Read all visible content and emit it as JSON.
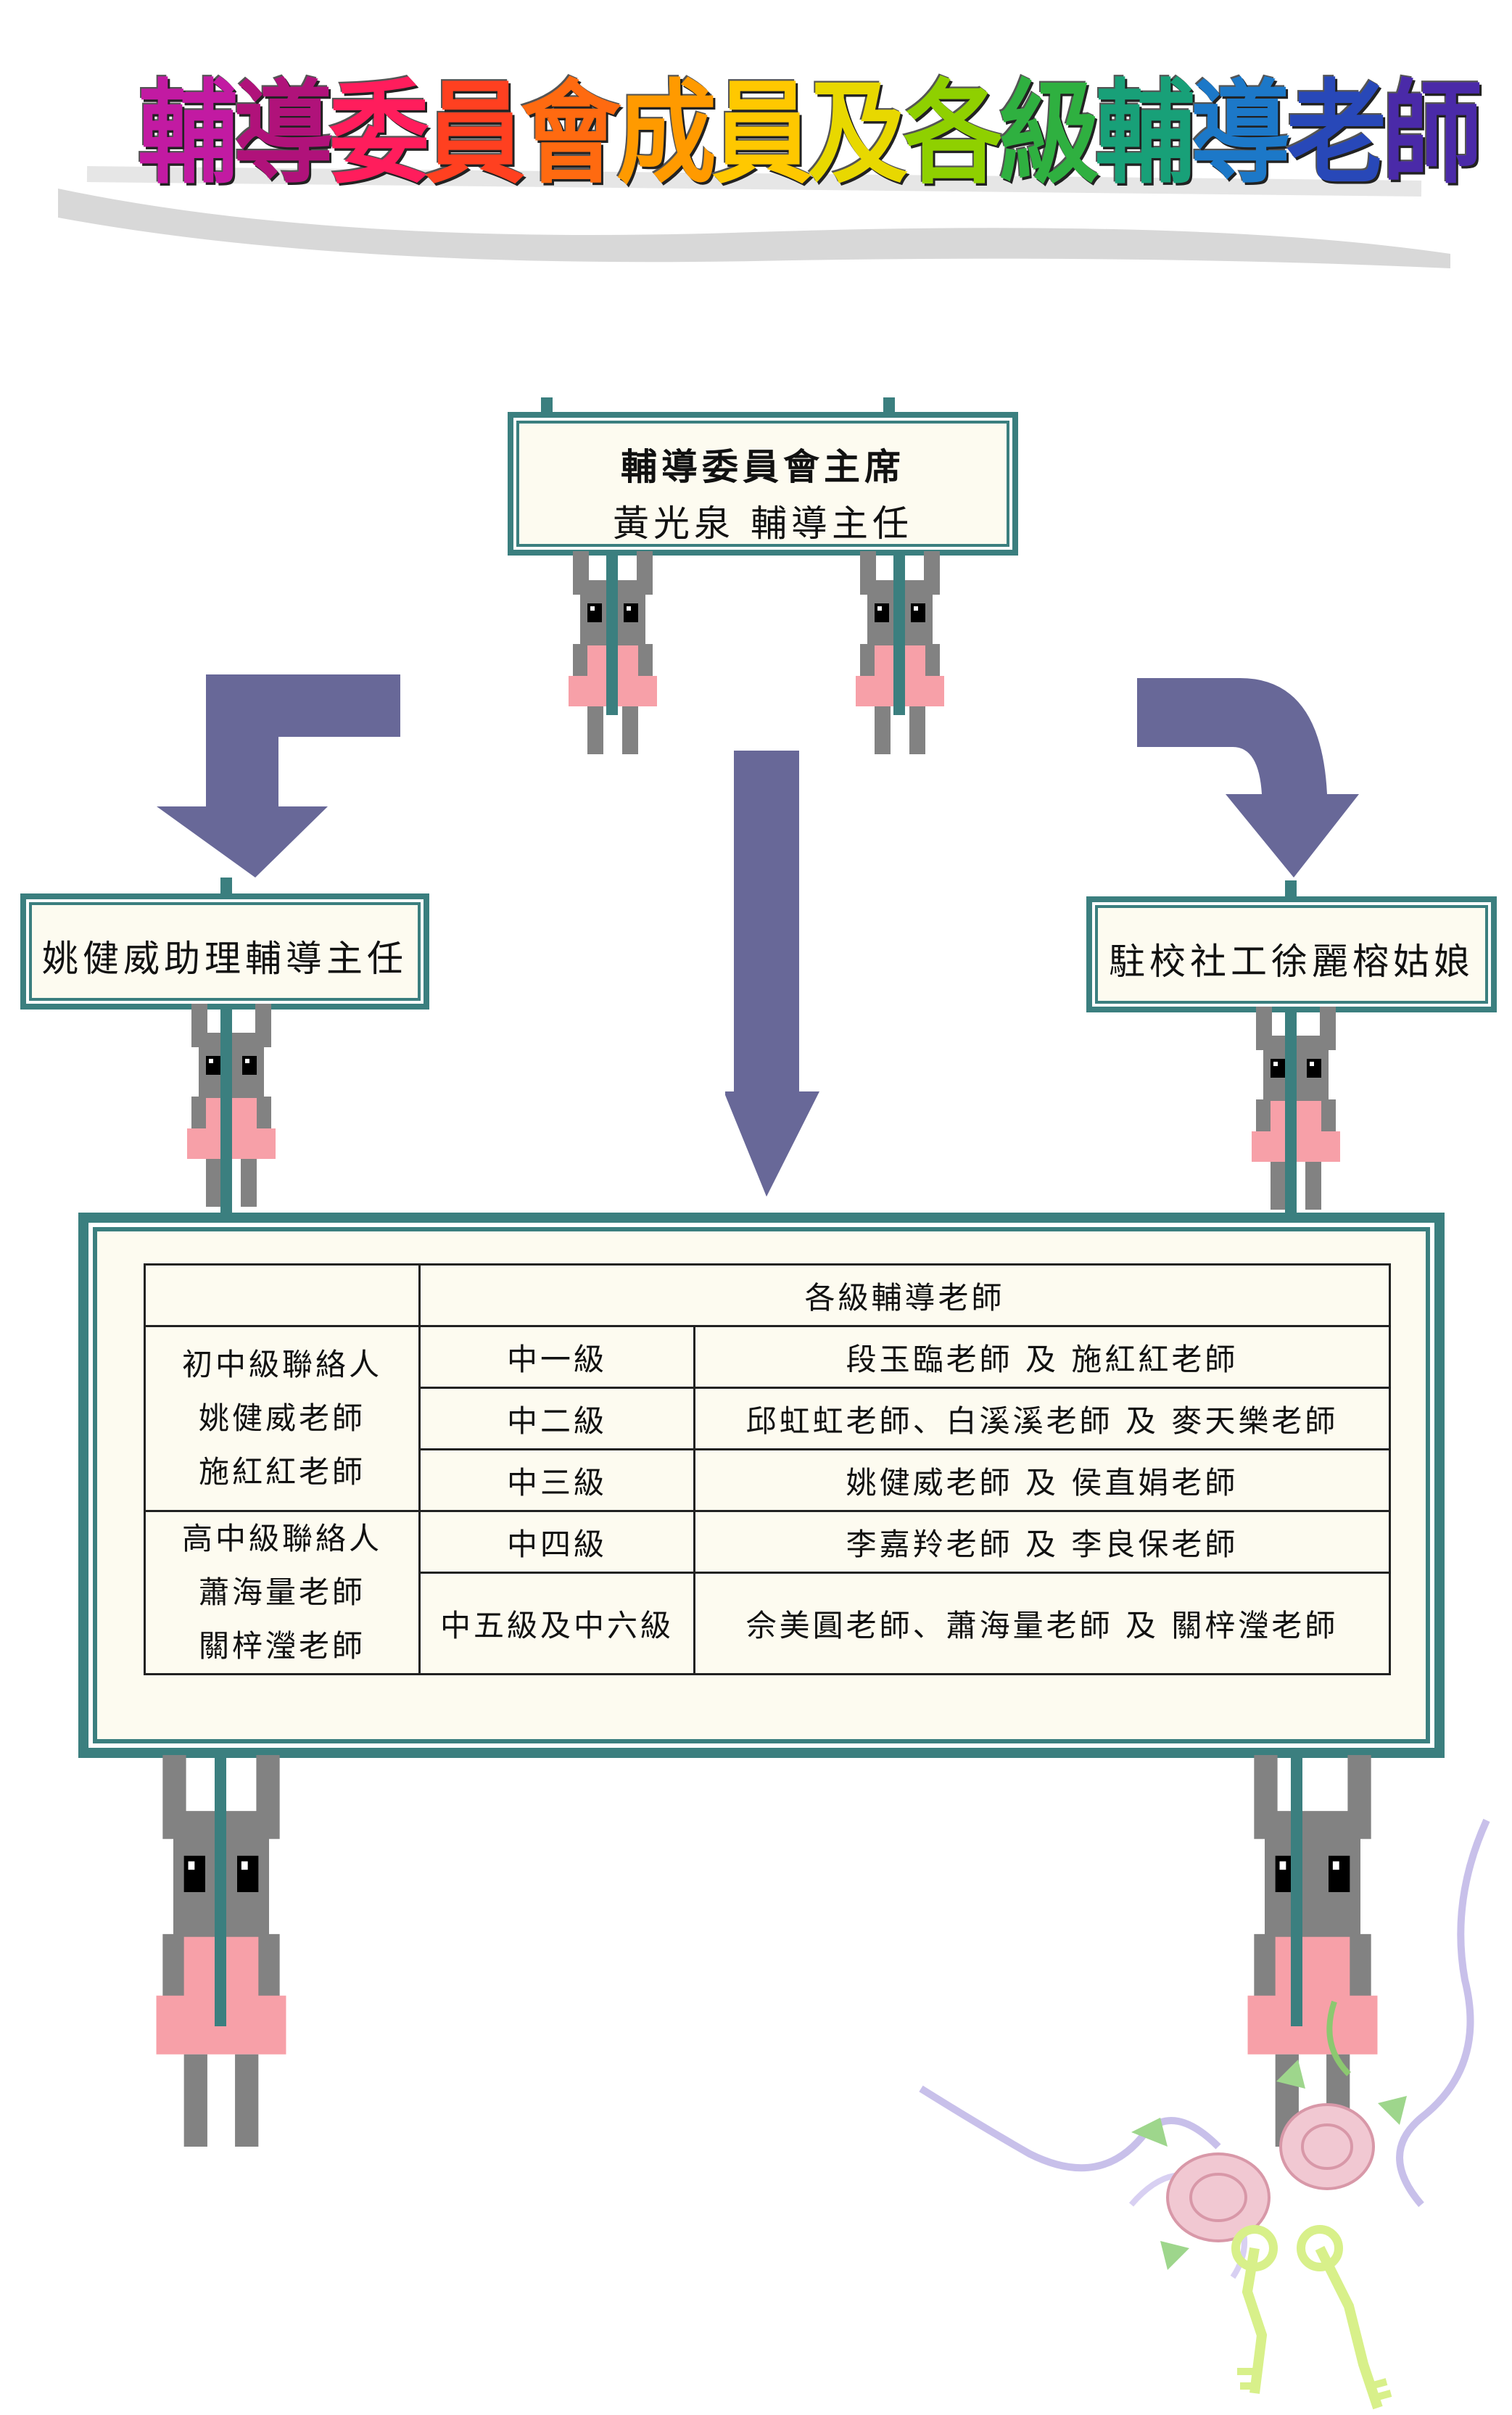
{
  "title": [
    "輔",
    "導",
    "委",
    "員",
    "會",
    "成",
    "員",
    "及",
    "各",
    "級",
    "輔",
    "導",
    "老",
    "師"
  ],
  "title_colors": [
    "#c21aa2",
    "#b0127a",
    "#ff1d5c",
    "#ff4020",
    "#ff6a10",
    "#ff9a00",
    "#ffc800",
    "#e8d800",
    "#8fd000",
    "#2fb040",
    "#18a078",
    "#1c78c8",
    "#2848b8",
    "#4a2aa8"
  ],
  "colors": {
    "sign_border": "#3b7f7f",
    "arrow": "#686898",
    "rabbit_body": "#828282",
    "rabbit_dress": "#f7a0a8"
  },
  "chair": {
    "role": "輔導委員會主席",
    "name": "黃光泉  輔導主任"
  },
  "assistant": {
    "label": "姚健威助理輔導主任"
  },
  "social_worker": {
    "label": "駐校社工徐麗榕姑娘"
  },
  "table": {
    "header": "各級輔導老師",
    "junior_contact": [
      "初中級聯絡人",
      "姚健威老師",
      "施紅紅老師"
    ],
    "senior_contact": [
      "高中級聯絡人",
      "蕭海量老師",
      "關梓瀅老師"
    ],
    "rows": [
      {
        "grade": "中一級",
        "teachers": "段玉臨老師  及  施紅紅老師"
      },
      {
        "grade": "中二級",
        "teachers": "邱虹虹老師、白溪溪老師  及  麥天樂老師"
      },
      {
        "grade": "中三級",
        "teachers": "姚健威老師  及  侯直娟老師"
      },
      {
        "grade": "中四級",
        "teachers": "李嘉羚老師  及  李良保老師"
      },
      {
        "grade": "中五級及中六級",
        "teachers": "佘美圓老師、蕭海量老師  及  關梓瀅老師"
      }
    ]
  }
}
